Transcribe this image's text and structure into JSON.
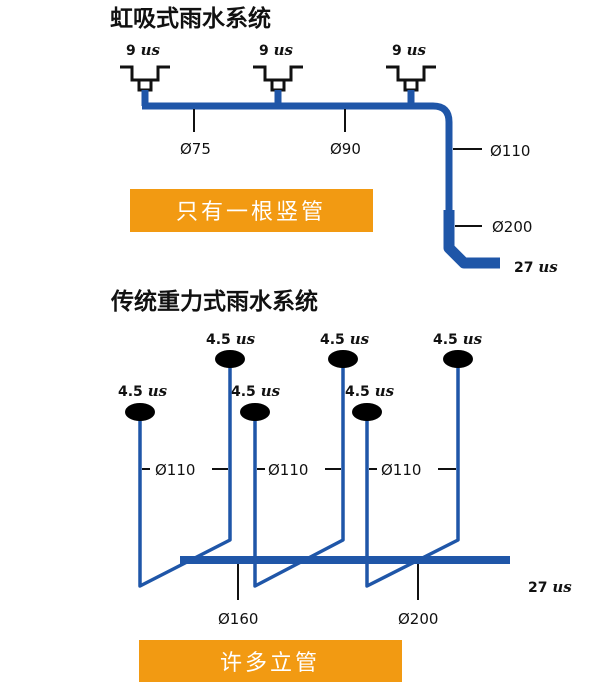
{
  "siphon": {
    "title": "虹吸式雨水系统",
    "inlet_flows": [
      {
        "num": "9",
        "unit": "us"
      },
      {
        "num": "9",
        "unit": "us"
      },
      {
        "num": "9",
        "unit": "us"
      }
    ],
    "pipe_labels": [
      "Ø75",
      "Ø90",
      "Ø110",
      "Ø200"
    ],
    "outlet_flow": {
      "num": "27",
      "unit": "us"
    },
    "banner": "只有一根竖管",
    "colors": {
      "pipe": "#1f56a8",
      "banner": "#f29a12"
    }
  },
  "gravity": {
    "title": "传统重力式雨水系统",
    "inlet_flows": [
      {
        "num": "4.5",
        "unit": "us"
      },
      {
        "num": "4.5",
        "unit": "us"
      },
      {
        "num": "4.5",
        "unit": "us"
      },
      {
        "num": "4.5",
        "unit": "us"
      },
      {
        "num": "4.5",
        "unit": "us"
      },
      {
        "num": "4.5",
        "unit": "us"
      }
    ],
    "branch_labels": [
      "Ø110",
      "Ø110",
      "Ø110"
    ],
    "main_labels": [
      "Ø160",
      "Ø200"
    ],
    "outlet_flow": {
      "num": "27",
      "unit": "us"
    },
    "banner": "许多立管",
    "colors": {
      "pipe": "#1f56a8",
      "banner": "#f29a12"
    }
  }
}
